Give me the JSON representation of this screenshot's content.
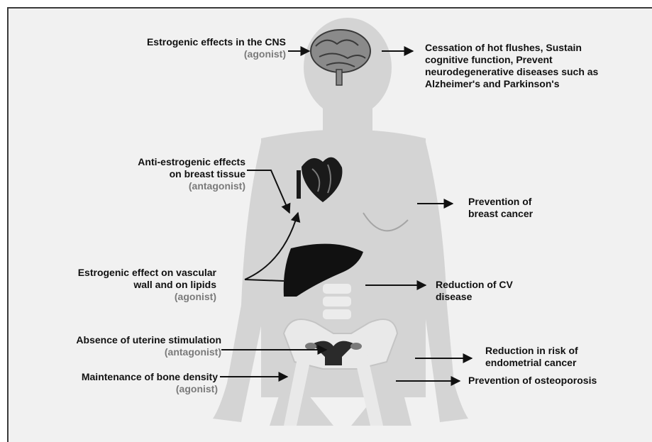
{
  "left_labels": {
    "cns": {
      "title": "Estrogenic  effects in the CNS",
      "role": "(agonist)"
    },
    "breast": {
      "line1": "Anti-estrogenic effects",
      "line2": "on breast tissue",
      "role": "(antagonist)"
    },
    "vascular": {
      "line1": "Estrogenic effect on vascular",
      "line2": "wall and on lipids",
      "role": "(agonist)"
    },
    "uterine": {
      "title": "Absence of uterine stimulation",
      "role": "(antagonist)"
    },
    "bone": {
      "title": "Maintenance of bone density",
      "role": "(agonist)"
    }
  },
  "right_labels": {
    "cns": [
      "Cessation of hot flushes, Sustain",
      "cognitive function, Prevent",
      "neurodegenerative diseases such as",
      "Alzheimer's  and Parkinson's"
    ],
    "breast": [
      "Prevention of",
      "breast cancer"
    ],
    "cv": [
      "Reduction of CV",
      "disease"
    ],
    "endometrial": [
      "Reduction in risk of",
      "endometrial cancer"
    ],
    "osteo": [
      "Prevention of osteoporosis"
    ]
  },
  "colors": {
    "background": "#f1f1f1",
    "body": "#d4d4d4",
    "organ": "#111111",
    "bone": "#e9e9e9",
    "text": "#111111",
    "muted": "#7a7a7a"
  }
}
